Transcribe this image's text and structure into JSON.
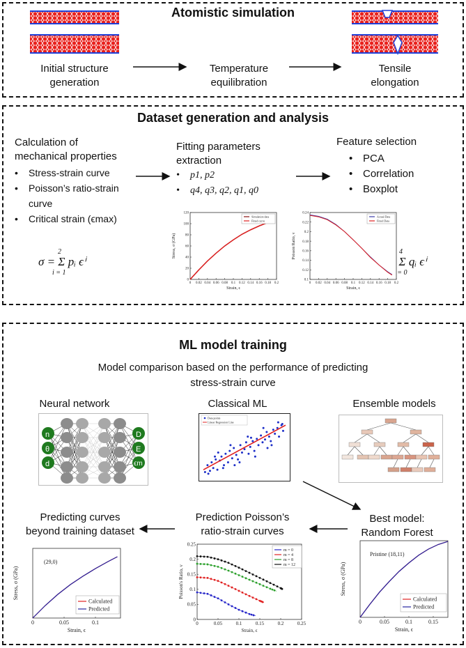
{
  "colors": {
    "atom_red": "#e8201c",
    "atom_blue": "#1d3fd8",
    "nn_green": "#1f7a1f",
    "curve_red": "#e02020",
    "curve_blue": "#2424a0",
    "tree_node": "#d9a58f"
  },
  "atomistic": {
    "title": "Atomistic simulation",
    "steps": [
      {
        "label_line1": "Initial structure",
        "label_line2": "generation"
      },
      {
        "label_line1": "Temperature",
        "label_line2": "equilibration"
      },
      {
        "label_line1": "Tensile",
        "label_line2": "elongation"
      }
    ]
  },
  "dataset": {
    "title": "Dataset generation and analysis",
    "calc_title_1": "Calculation of",
    "calc_title_2": "mechanical properties",
    "calc_items": [
      "Stress-strain curve",
      "Poisson’s ratio-strain",
      "Critical strain (ϵmax)"
    ],
    "calc_item2_cont": "curve",
    "fit_title_1": "Fitting parameters",
    "fit_title_2": "extraction",
    "fit_items": [
      "p1, p2",
      "q4, q3, q2, q1, q0"
    ],
    "feat_title": "Feature selection",
    "feat_items": [
      "PCA",
      "Correlation",
      "Boxplot"
    ],
    "eq_stress": "σ = Σ pᵢ ϵⁱ",
    "eq_stress_upper": "2",
    "eq_stress_lower": "i = 1",
    "eq_poisson": "ν = Σ qᵢ ϵⁱ",
    "eq_poisson_upper": "4",
    "eq_poisson_lower": "i = 0"
  },
  "chart_data": [
    {
      "type": "line",
      "title": "",
      "xlabel": "Strain, ϵ",
      "ylabel": "Stress, σ (GPa)",
      "xlim": [
        0,
        0.2
      ],
      "ylim": [
        0,
        120
      ],
      "xticks": [
        "0",
        "0.02",
        "0.04",
        "0.06",
        "0.08",
        "0.1",
        "0.12",
        "0.14",
        "0.16",
        "0.18",
        "0.2"
      ],
      "yticks": [
        "0",
        "20",
        "40",
        "60",
        "80",
        "100",
        "120"
      ],
      "legend": [
        "Simulation data",
        "Fitted curve"
      ],
      "series": [
        {
          "name": "Simulation data",
          "x": [
            0,
            0.02,
            0.04,
            0.06,
            0.08,
            0.1,
            0.12,
            0.14,
            0.16,
            0.18
          ],
          "y": [
            0,
            17,
            33,
            47,
            60,
            71,
            81,
            89,
            96,
            102
          ]
        },
        {
          "name": "Fitted curve",
          "x": [
            0,
            0.02,
            0.04,
            0.06,
            0.08,
            0.1,
            0.12,
            0.14,
            0.16,
            0.18
          ],
          "y": [
            0,
            17,
            33,
            47,
            60,
            71,
            81,
            89,
            96,
            102
          ]
        }
      ]
    },
    {
      "type": "line",
      "title": "",
      "xlabel": "Strain, ϵ",
      "ylabel": "Poisson Ratio, ν",
      "xlim": [
        0,
        0.2
      ],
      "ylim": [
        0.1,
        0.24
      ],
      "xticks": [
        "0",
        "0.02",
        "0.04",
        "0.06",
        "0.08",
        "0.1",
        "0.12",
        "0.14",
        "0.16",
        "0.18",
        "0.2"
      ],
      "yticks": [
        "0.1",
        "0.12",
        "0.14",
        "0.16",
        "0.18",
        "0.2",
        "0.22",
        "0.24"
      ],
      "legend": [
        "Actual Data",
        "Fitted Data"
      ],
      "series": [
        {
          "name": "Actual Data",
          "x": [
            0,
            0.02,
            0.04,
            0.06,
            0.08,
            0.1,
            0.12,
            0.14,
            0.16,
            0.18,
            0.19
          ],
          "y": [
            0.235,
            0.232,
            0.226,
            0.215,
            0.2,
            0.183,
            0.165,
            0.147,
            0.13,
            0.116,
            0.11
          ]
        },
        {
          "name": "Fitted Data",
          "x": [
            0,
            0.02,
            0.04,
            0.06,
            0.08,
            0.1,
            0.12,
            0.14,
            0.16,
            0.18,
            0.19
          ],
          "y": [
            0.234,
            0.231,
            0.225,
            0.214,
            0.2,
            0.183,
            0.165,
            0.146,
            0.13,
            0.115,
            0.109
          ]
        }
      ]
    },
    {
      "type": "scatter",
      "title": "",
      "xlabel": "",
      "ylabel": "",
      "legend": [
        "Data points",
        "Linear Regression Line"
      ],
      "series": [
        {
          "name": "Data points",
          "x": [
            0.02,
            0.05,
            0.08,
            0.1,
            0.12,
            0.15,
            0.17,
            0.2,
            0.22,
            0.25,
            0.27,
            0.3,
            0.32,
            0.35,
            0.37,
            0.4,
            0.42,
            0.45,
            0.47,
            0.5,
            0.52,
            0.55,
            0.57,
            0.6,
            0.62,
            0.65,
            0.67,
            0.7,
            0.72,
            0.75,
            0.77,
            0.8,
            0.82,
            0.85,
            0.87,
            0.9,
            0.92,
            0.95,
            0.97,
            0.06,
            0.14,
            0.24,
            0.33,
            0.44,
            0.54,
            0.63,
            0.73,
            0.83,
            0.91,
            0.18,
            0.38,
            0.58,
            0.78,
            0.96
          ],
          "y": [
            0.08,
            0.2,
            0.1,
            0.25,
            0.15,
            0.3,
            0.12,
            0.28,
            0.35,
            0.2,
            0.4,
            0.25,
            0.45,
            0.32,
            0.5,
            0.38,
            0.3,
            0.55,
            0.42,
            0.48,
            0.6,
            0.4,
            0.52,
            0.62,
            0.45,
            0.66,
            0.55,
            0.72,
            0.6,
            0.65,
            0.78,
            0.7,
            0.62,
            0.82,
            0.75,
            0.85,
            0.7,
            0.9,
            0.8,
            0.05,
            0.35,
            0.15,
            0.55,
            0.25,
            0.7,
            0.35,
            0.85,
            0.55,
            0.95,
            0.42,
            0.2,
            0.68,
            0.5,
            0.92
          ]
        },
        {
          "name": "Linear Regression Line",
          "x": [
            0,
            1
          ],
          "y": [
            0.12,
            0.9
          ]
        }
      ]
    },
    {
      "type": "line",
      "title": "",
      "annotation": "(29,0)",
      "xlabel": "Strain, ϵ",
      "ylabel": "Stress, σ (GPa)",
      "xlim": [
        0,
        0.14
      ],
      "ylim": [
        0,
        100
      ],
      "xticks": [
        "0",
        "0.05",
        "0.1"
      ],
      "legend": [
        "Calculated",
        "Predicted"
      ],
      "series": [
        {
          "name": "Calculated",
          "x": [
            0,
            0.02,
            0.04,
            0.06,
            0.08,
            0.1,
            0.12,
            0.135
          ],
          "y": [
            0,
            18,
            34,
            48,
            60,
            71,
            81,
            88
          ]
        },
        {
          "name": "Predicted",
          "x": [
            0,
            0.02,
            0.04,
            0.06,
            0.08,
            0.1,
            0.12,
            0.135
          ],
          "y": [
            0,
            18,
            34,
            48,
            60,
            71,
            81,
            88
          ]
        }
      ]
    },
    {
      "type": "line",
      "title": "",
      "xlabel": "Strain, ϵ",
      "ylabel": "Poisson's Ratio, ν",
      "xlim": [
        0,
        0.25
      ],
      "ylim": [
        0,
        0.25
      ],
      "xticks": [
        "0",
        "0.05",
        "0.1",
        "0.15",
        "0.2",
        "0.25"
      ],
      "yticks": [
        "0",
        "0.05",
        "0.1",
        "0.15",
        "0.2",
        "0.25"
      ],
      "legend": [
        "m = 0",
        "m = 4",
        "m = 8",
        "m = 12"
      ],
      "series": [
        {
          "name": "m = 0",
          "color": "#2424c8",
          "x": [
            0,
            0.025,
            0.05,
            0.075,
            0.1,
            0.125,
            0.14
          ],
          "y": [
            0.09,
            0.085,
            0.07,
            0.05,
            0.032,
            0.018,
            0.012
          ]
        },
        {
          "name": "m = 4",
          "color": "#e02020",
          "x": [
            0,
            0.025,
            0.05,
            0.075,
            0.1,
            0.125,
            0.15,
            0.16
          ],
          "y": [
            0.14,
            0.138,
            0.128,
            0.112,
            0.095,
            0.078,
            0.062,
            0.056
          ]
        },
        {
          "name": "m = 8",
          "color": "#2ca02c",
          "x": [
            0,
            0.025,
            0.05,
            0.075,
            0.1,
            0.125,
            0.15,
            0.175,
            0.19
          ],
          "y": [
            0.185,
            0.183,
            0.175,
            0.162,
            0.147,
            0.132,
            0.117,
            0.102,
            0.094
          ]
        },
        {
          "name": "m = 12",
          "color": "#111111",
          "x": [
            0,
            0.025,
            0.05,
            0.075,
            0.1,
            0.125,
            0.15,
            0.175,
            0.2,
            0.205
          ],
          "y": [
            0.21,
            0.208,
            0.2,
            0.188,
            0.172,
            0.155,
            0.138,
            0.121,
            0.104,
            0.1
          ]
        }
      ]
    },
    {
      "type": "line",
      "title": "",
      "annotation": "Pristine (18,11)",
      "xlabel": "Strain, ϵ",
      "ylabel": "Stress, σ (GPa)",
      "xlim": [
        0,
        0.18
      ],
      "ylim": [
        0,
        100
      ],
      "xticks": [
        "0",
        "0.05",
        "0.1",
        "0.15"
      ],
      "legend": [
        "Calculated",
        "Predicted"
      ],
      "series": [
        {
          "name": "Calculated",
          "x": [
            0,
            0.02,
            0.04,
            0.06,
            0.08,
            0.1,
            0.12,
            0.14,
            0.16,
            0.18
          ],
          "y": [
            0,
            17,
            33,
            47,
            60,
            71,
            81,
            89,
            95,
            99
          ]
        },
        {
          "name": "Predicted",
          "x": [
            0,
            0.02,
            0.04,
            0.06,
            0.08,
            0.1,
            0.12,
            0.14,
            0.16,
            0.18
          ],
          "y": [
            0,
            17,
            33,
            47,
            60,
            71,
            81,
            89,
            95,
            99
          ]
        }
      ]
    }
  ],
  "ml": {
    "title": "ML model training",
    "subtitle_1": "Model comparison based on the performance of predicting",
    "subtitle_2": "stress-strain curve",
    "models": [
      "Neural network",
      "Classical ML",
      "Ensemble models"
    ],
    "nn_inputs": [
      "n",
      "θ",
      "d"
    ],
    "nn_outputs": [
      "D",
      "E",
      "ϵm"
    ],
    "best_1": "Best model:",
    "best_2": "Random Forest",
    "poisson_1": "Prediction Poisson’s",
    "poisson_2": "ratio-strain curves",
    "beyond_1": "Predicting curves",
    "beyond_2": "beyond training dataset"
  }
}
